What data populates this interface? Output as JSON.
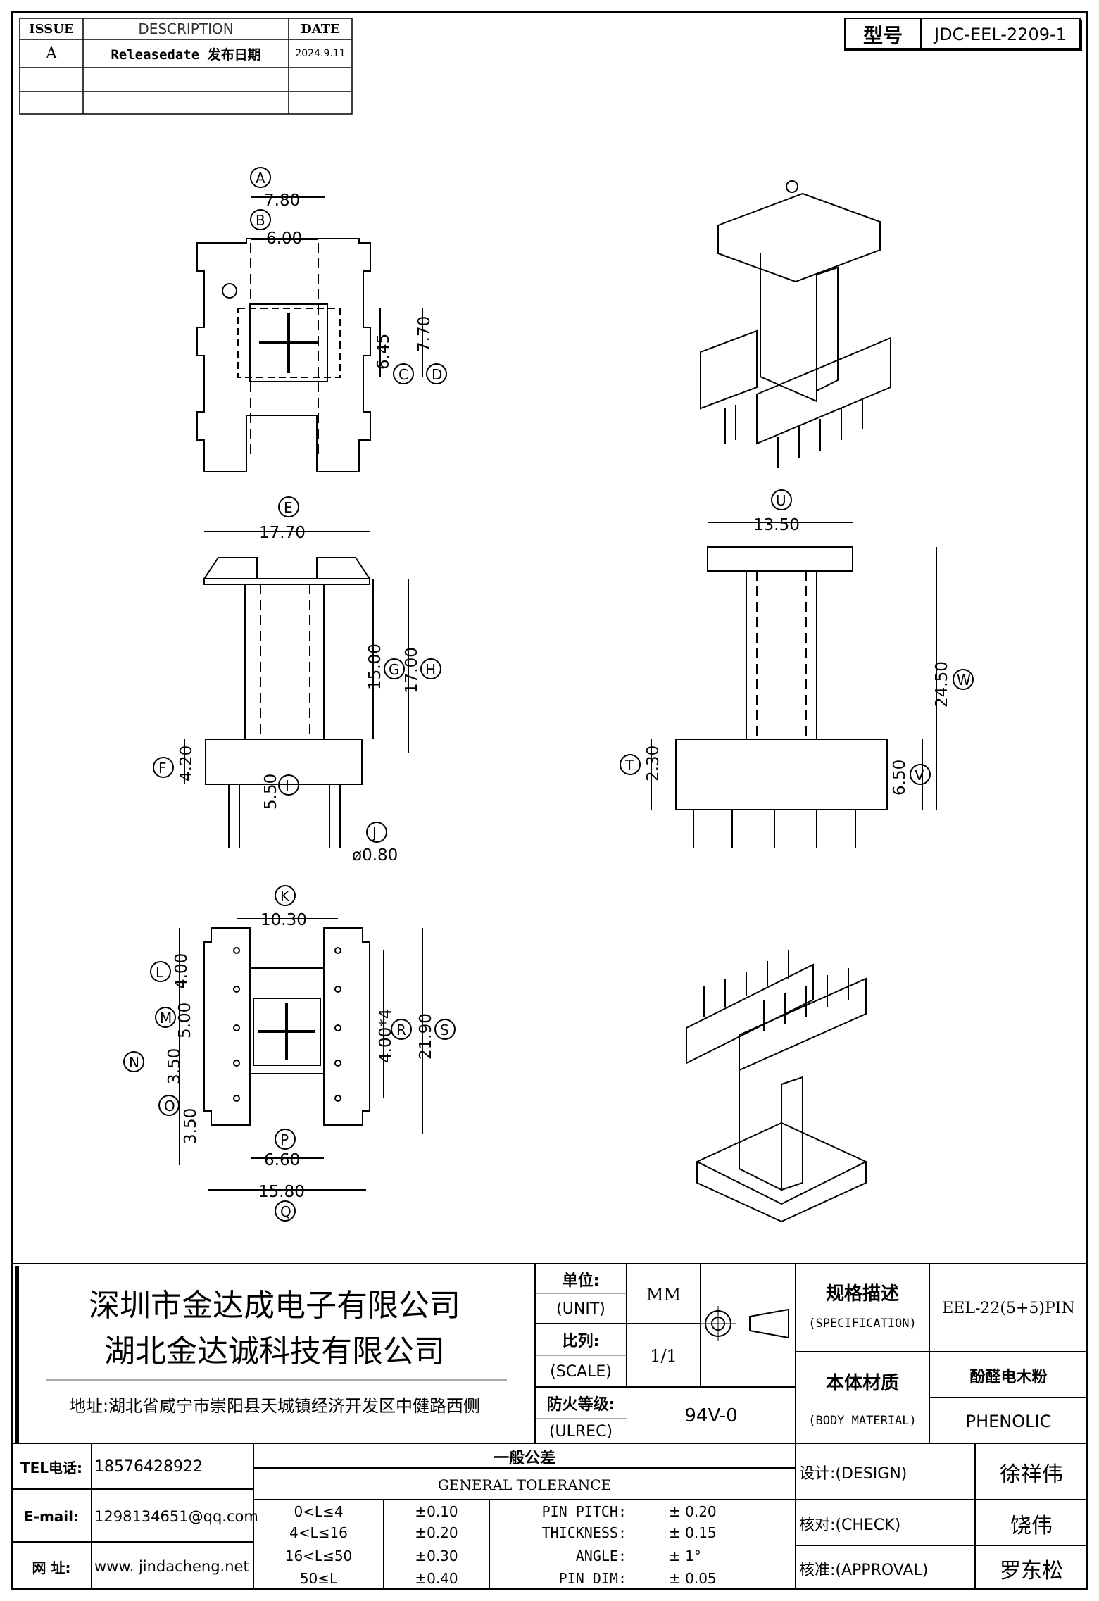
{
  "revision_table": {
    "headers": {
      "issue": "ISSUE",
      "description": "DESCRIPTION",
      "date": "DATE"
    },
    "rows": [
      {
        "issue": "A",
        "description": "Releasedate 发布日期",
        "date": "2024.9.11"
      }
    ]
  },
  "model": {
    "label": "型号",
    "value": "JDC-EEL-2209-1"
  },
  "dims": {
    "A": "7.80",
    "B": "6.00",
    "C": "6.45",
    "D": "7.70",
    "E": "17.70",
    "F": "4.20",
    "G": "15.00",
    "H": "17.00",
    "I": "5.50",
    "J": "ø0.80",
    "U": "13.50",
    "W": "24.50",
    "T": "2.30",
    "V": "6.50",
    "K": "10.30",
    "L": "4.00",
    "M": "5.00",
    "N": "3.50",
    "O": "3.50",
    "P": "6.60",
    "Q": "15.80",
    "R": "4.00*4",
    "S": "21.90"
  },
  "company": {
    "name1": "深圳市金达成电子有限公司",
    "name2": "湖北金达诚科技有限公司",
    "address": "地址:湖北省咸宁市崇阳县天城镇经济开发区中健路西侧",
    "tel_label": "TEL电话:",
    "tel": "18576428922",
    "email_label": "E-mail:",
    "email": "1298134651@qq.com",
    "web_label": "网  址:",
    "web": "www. jindacheng.net"
  },
  "title_block": {
    "unit_cn": "单位:",
    "unit_en": "(UNIT)",
    "unit_value": "MM",
    "scale_cn": "比列:",
    "scale_en": "(SCALE)",
    "scale_value": "1/1",
    "flame_cn": "防火等级:",
    "flame_en": "(ULREC)",
    "flame_value": "94V-0",
    "spec_cn": "规格描述",
    "spec_en": "(SPECIFICATION)",
    "spec_value": "EEL-22(5+5)PIN",
    "material_cn": "本体材质",
    "material_en": "(BODY MATERIAL)",
    "material_value_cn": "酚醛电木粉",
    "material_value_en": "PHENOLIC"
  },
  "tolerance": {
    "title_cn": "一般公差",
    "title_en": "GENERAL TOLERANCE",
    "ranges": [
      {
        "range": "0<L≤4",
        "tol": "±0.10"
      },
      {
        "range": "4<L≤16",
        "tol": "±0.20"
      },
      {
        "range": "16<L≤50",
        "tol": "±0.30"
      },
      {
        "range": "50≤L",
        "tol": "±0.40"
      }
    ],
    "specials": [
      {
        "name": "PIN PITCH:",
        "tol": "± 0.20"
      },
      {
        "name": "THICKNESS:",
        "tol": "± 0.15"
      },
      {
        "name": "ANGLE:",
        "tol": "± 1°"
      },
      {
        "name": "PIN DIM:",
        "tol": "± 0.05"
      }
    ]
  },
  "signatures": {
    "design_label": "设计:(DESIGN)",
    "design": "徐祥伟",
    "check_label": "核对:(CHECK)",
    "check": "饶伟",
    "approval_label": "核准:(APPROVAL)",
    "approval": "罗东松"
  }
}
